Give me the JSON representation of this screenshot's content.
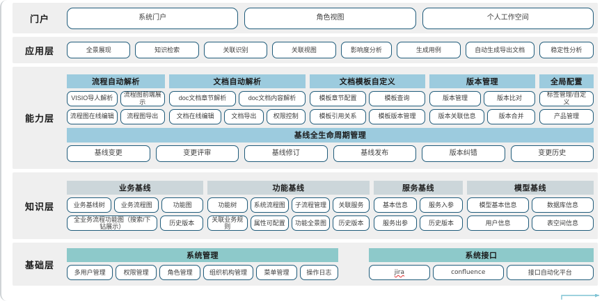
{
  "colors": {
    "band_bg": "#efefef",
    "pill_border": "#1f5b7a",
    "head_blue": "#9ccbde",
    "head_gray": "#ccd6da",
    "head_teal": "#8dc9ca",
    "text": "#3d3d3d"
  },
  "layers": [
    {
      "label": "门户",
      "items": [
        "系统门户",
        "角色视图",
        "个人工作空间"
      ]
    },
    {
      "label": "应用层",
      "items": [
        "全景展现",
        "知识检索",
        "关联识别",
        "关联视图",
        "影响度分析",
        "生成用例",
        "自动生成导出文档",
        "稳定性分析"
      ]
    },
    {
      "label": "能力层",
      "groups": [
        {
          "title": "流程自动解析",
          "rows": [
            [
              "VISIO导人解析",
              "流程图前端展\n示"
            ],
            [
              "流程图在线编辑",
              "流程图导出"
            ]
          ]
        },
        {
          "title": "文档自动解析",
          "rows": [
            [
              "doc文档章节解析",
              "doc文档内容解析"
            ],
            [
              "文档在线编辑",
              "文档导出",
              "权限控制"
            ]
          ]
        },
        {
          "title": "文档模板自定义",
          "rows": [
            [
              "模板章节配置",
              "模板查询"
            ],
            [
              "模板引用关系",
              "模板版本管理"
            ]
          ]
        },
        {
          "title": "版本管理",
          "rows": [
            [
              "版本管理",
              "版本比对"
            ],
            [
              "版本关联信息",
              "版本合并"
            ]
          ]
        },
        {
          "title": "全局配置",
          "rows": [
            [
              "标签管理/自定\n义"
            ],
            [
              "产品管理"
            ]
          ]
        }
      ],
      "lifecycle": {
        "title": "基线全生命周期管理",
        "items": [
          "基线变更",
          "变更评审",
          "基线修订",
          "基线发布",
          "版本纠错",
          "变更历史"
        ]
      }
    },
    {
      "label": "知识层",
      "groups": [
        {
          "title": "业务基线",
          "rows": [
            [
              "业务基线树",
              "业务流程图",
              "功能图"
            ],
            [
              "全业务流程功能图（搜索/下\n钻展示）",
              "历史版本"
            ]
          ]
        },
        {
          "title": "功能基线",
          "rows": [
            [
              "功能树",
              "系统流程图",
              "子流程管理",
              "关联服务"
            ],
            [
              "关联业务规则",
              "属性可配置",
              "功能全景图",
              "历史版本"
            ]
          ]
        },
        {
          "title": "服务基线",
          "rows": [
            [
              "基本信息",
              "服务入参"
            ],
            [
              "服务出参",
              "历史版本"
            ]
          ]
        },
        {
          "title": "模型基线",
          "rows": [
            [
              "模型基本信息",
              "数据库信息"
            ],
            [
              "用户信息",
              "表空间信息"
            ]
          ]
        }
      ]
    },
    {
      "label": "基础层",
      "groups": [
        {
          "title": "系统管理",
          "rows": [
            [
              "多用户管理",
              "权限管理",
              "角色管理",
              "组织机构管理",
              "菜单管理",
              "操作日志"
            ]
          ]
        },
        {
          "title": "系统接口",
          "rows": [
            [
              "jira",
              "confluence",
              "接口自动化平台"
            ]
          ]
        }
      ]
    }
  ]
}
